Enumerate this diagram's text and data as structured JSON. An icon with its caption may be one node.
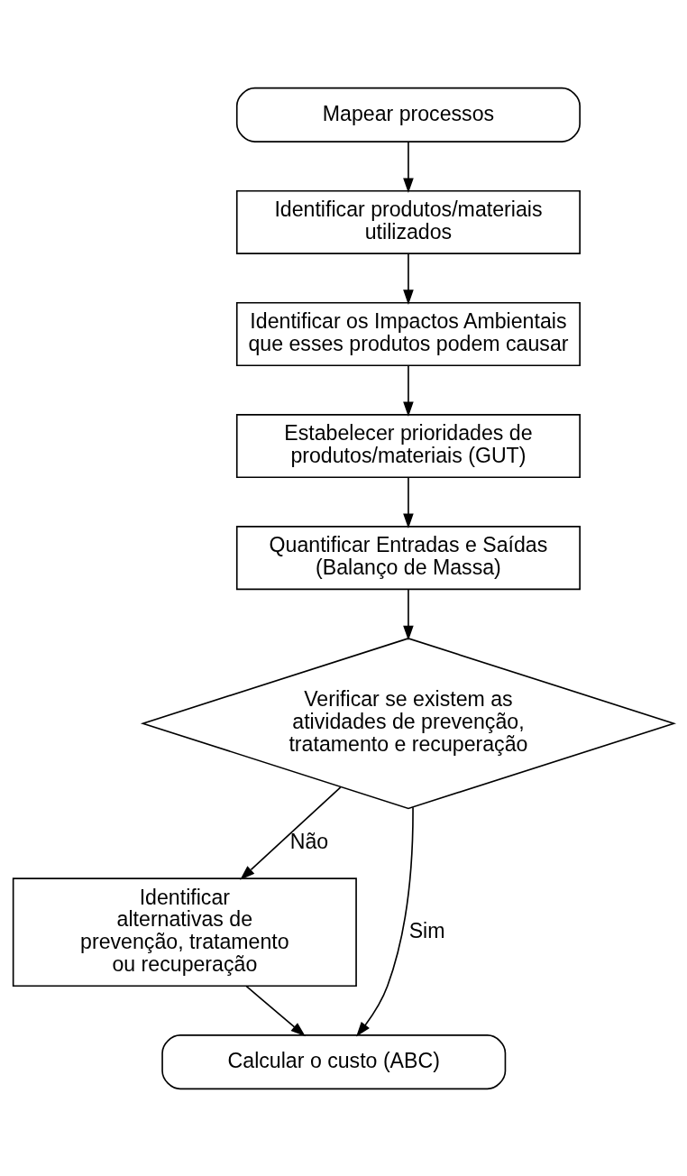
{
  "diagram": {
    "nodes": [
      {
        "text": [
          "Mapear processos"
        ]
      },
      {
        "text": [
          "Identificar produtos/materiais utilizados"
        ]
      },
      {
        "text": [
          "Identificar os Impactos Ambientais que esses produtos podem causar"
        ]
      },
      {
        "text": [
          "Estabelecer prioridades de produtos/materiais (GUT)"
        ]
      },
      {
        "text": [
          "Quantificar Entradas e Saídas (Balanço de Massa)"
        ]
      },
      {
        "text": [
          "Verificar se existem as atividades de prevenção, tratamento e recuperação"
        ]
      },
      {
        "text": [
          "Identificar alternativas de prevenção, tratamento ou recuperação"
        ]
      },
      {
        "text": [
          "Calcular o custo (ABC)"
        ]
      }
    ],
    "edges": [
      {
        "from": 0,
        "to": 1,
        "arrow": "to"
      },
      {
        "from": 1,
        "to": 2,
        "arrow": "to"
      },
      {
        "from": 2,
        "to": 3,
        "arrow": "to"
      },
      {
        "from": 3,
        "to": 4,
        "arrow": "to"
      },
      {
        "from": 4,
        "to": 5,
        "arrow": "to"
      },
      {
        "from": 5,
        "to": 6,
        "label": "Não",
        "arrow": "to"
      },
      {
        "from": 5,
        "to": 7,
        "label": "Sim",
        "arrow": "to"
      },
      {
        "from": 6,
        "to": 7,
        "arrow": "to"
      }
    ]
  }
}
